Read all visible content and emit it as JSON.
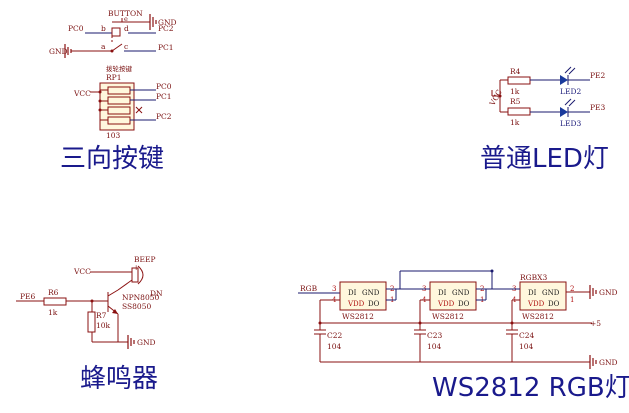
{
  "sections": {
    "three_way_key": {
      "title": "三向按键",
      "button_label": "BUTTON",
      "gnd_right": "GND",
      "gnd_left": "GND",
      "net_pc0_left": "PC0",
      "net_pc2_top": "PC2",
      "net_pc1_mid": "PC1",
      "pin_b": "b",
      "pin_d": "d",
      "pin_a": "a",
      "pin_c": "c",
      "pin_e": "e",
      "subtitle": "拨轮按键",
      "rp_ref": "RP1",
      "rp_value": "103",
      "vcc": "VCC",
      "out_pc0": "PC0",
      "out_pc1": "PC1",
      "out_pc2": "PC2"
    },
    "led": {
      "title": "普通LED灯",
      "r4": "R4",
      "r4_val": "1k",
      "r5": "R5",
      "r5_val": "1k",
      "vcc": "VCC",
      "led2": "LED2",
      "led3": "LED3",
      "net_pe2": "PE2",
      "net_pe3": "PE3"
    },
    "buzzer": {
      "title": "蜂鸣器",
      "vcc": "VCC",
      "beep": "BEEP",
      "plus": "+",
      "minus": "DN",
      "pe6": "PE6",
      "r6": "R6",
      "r6_val": "1k",
      "r7": "R7",
      "r7_val": "10k",
      "q_type": "NPN8050",
      "q_part": "SS8050",
      "gnd": "GND"
    },
    "ws2812": {
      "title": "WS2812 RGB灯",
      "rgb_net": "RGB",
      "rgbx3": "RGBX3",
      "chip_label": "WS2812",
      "di": "DI",
      "gnd_pin": "GND",
      "vdd": "VDD",
      "do": "DO",
      "pin3": "3",
      "pin4": "4",
      "pin2": "2",
      "pin1": "1",
      "c22": "C22",
      "c23": "C23",
      "c24": "C24",
      "cap_val": "104",
      "plus5": "+5",
      "gnd": "GND"
    }
  }
}
